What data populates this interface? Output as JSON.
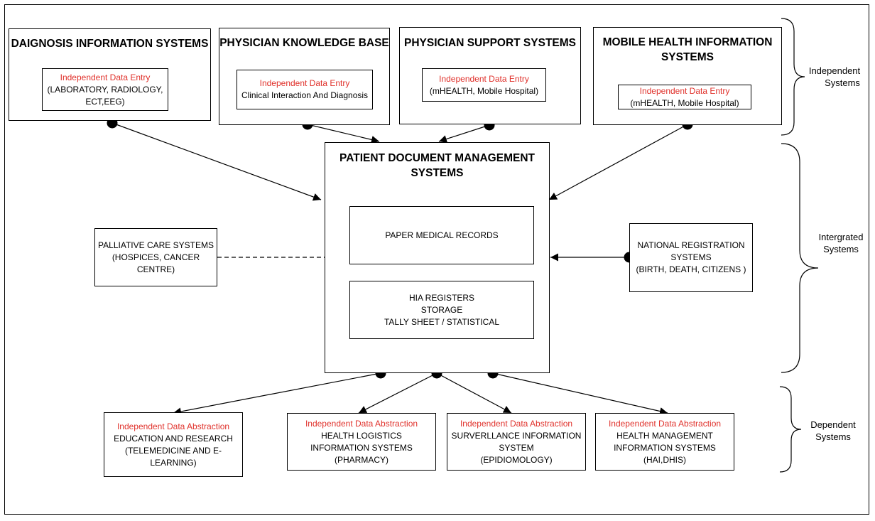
{
  "independent": {
    "diagnosis": {
      "title": "DAIGNOSIS INFORMATION SYSTEMS",
      "entry": "Independent  Data Entry",
      "lines": [
        "(LABORATORY, RADIOLOGY,",
        "ECT,EEG)"
      ]
    },
    "knowledge": {
      "title": "PHYSICIAN KNOWLEDGE BASE",
      "entry": "Independent  Data Entry",
      "lines": [
        "Clinical Interaction And Diagnosis"
      ]
    },
    "support": {
      "title": "PHYSICIAN SUPPORT SYSTEMS",
      "entry": "Independent  Data Entry",
      "lines": [
        "(mHEALTH, Mobile Hospital)"
      ]
    },
    "mobile": {
      "title": [
        "MOBILE HEALTH INFORMATION",
        "SYSTEMS"
      ],
      "entry": "Independent  Data Entry",
      "lines": [
        "(mHEALTH, Mobile Hospital)"
      ]
    }
  },
  "central": {
    "title": [
      "PATIENT DOCUMENT MANAGEMENT",
      "SYSTEMS"
    ],
    "paper": "PAPER  MEDICAL RECORDS",
    "hia": [
      "HIA REGISTERS",
      "STORAGE",
      "TALLY SHEET / STATISTICAL"
    ]
  },
  "palliative": [
    "PALLIATIVE  CARE SYSTEMS",
    "(HOSPICES, CANCER CENTRE)"
  ],
  "national": [
    "NATIONAL REGISTRATION",
    "SYSTEMS",
    "(BIRTH, DEATH, CITIZENS )"
  ],
  "dependent": {
    "education": {
      "head": "Independent  Data Abstraction",
      "lines": [
        "EDUCATION AND RESEARCH",
        "(TELEMEDICINE AND E-LEARNING)"
      ]
    },
    "logistics": {
      "head": "Independent  Data Abstraction",
      "lines": [
        "HEALTH LOGISTICS",
        "INFORMATION SYSTEMS",
        "(PHARMACY)"
      ]
    },
    "surveillance": {
      "head": "Independent  Data Abstraction",
      "lines": [
        "SURVERLLANCE INFORMATION",
        "SYSTEM",
        "(EPIDIOMOLOGY)"
      ]
    },
    "hmis": {
      "head": "Independent  Data Abstraction",
      "lines": [
        "HEALTH MANAGEMENT",
        "INFORMATION SYSTEMS",
        "(HAI,DHIS)"
      ]
    }
  },
  "side_labels": {
    "independent": [
      "Independent",
      "Systems"
    ],
    "integrated": [
      "Intergrated",
      "Systems"
    ],
    "dependent": [
      "Dependent",
      "Systems"
    ]
  }
}
